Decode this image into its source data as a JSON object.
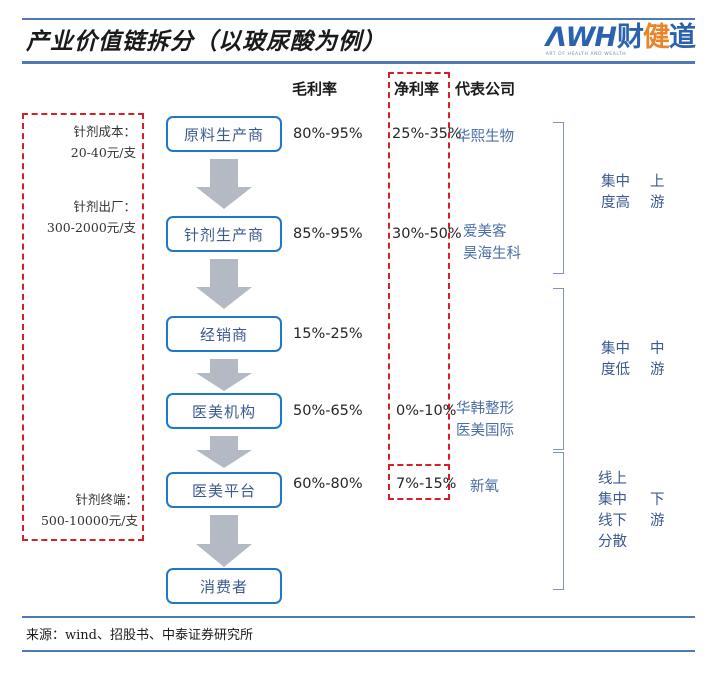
{
  "header": {
    "title": "产业价值链拆分（以玻尿酸为例）",
    "logo_mark": "ΛWH",
    "logo_name": "财健道",
    "logo_tagline": "ART OF HEALTH AND WEALTH"
  },
  "columns": {
    "gross_margin": "毛利率",
    "net_margin": "净利率",
    "companies": "代表公司"
  },
  "chain": [
    {
      "stage": "原料生产商",
      "gross_margin": "80%-95%",
      "net_margin": "25%-35%",
      "companies": [
        "华熙生物"
      ]
    },
    {
      "stage": "针剂生产商",
      "gross_margin": "85%-95%",
      "net_margin": "30%-50%",
      "companies": [
        "爱美客",
        "昊海生科"
      ]
    },
    {
      "stage": "经销商",
      "gross_margin": "15%-25%",
      "net_margin": "",
      "companies": []
    },
    {
      "stage": "医美机构",
      "gross_margin": "50%-65%",
      "net_margin": "0%-10%",
      "companies": [
        "华韩整形",
        "医美国际"
      ]
    },
    {
      "stage": "医美平台",
      "gross_margin": "60%-80%",
      "net_margin": "7%-15%",
      "companies": [
        "新氧"
      ]
    },
    {
      "stage": "消费者",
      "gross_margin": "",
      "net_margin": "",
      "companies": []
    }
  ],
  "cost_notes": [
    {
      "label": "针剂成本：",
      "value": "20-40元/支"
    },
    {
      "label": "针剂出厂：",
      "value": "300-2000元/支"
    },
    {
      "label": "针剂终端：",
      "value": "500-10000元/支"
    }
  ],
  "groups": [
    {
      "concentration_line1": "集中",
      "concentration_line2": "度高",
      "stream_line1": "上",
      "stream_line2": "游"
    },
    {
      "concentration_line1": "集中",
      "concentration_line2": "度低",
      "stream_line1": "中",
      "stream_line2": "游"
    },
    {
      "concentration_line1": "线上",
      "concentration_line2": "集中",
      "concentration_line3": "线下",
      "concentration_line4": "分散",
      "stream_line1": "下",
      "stream_line2": "游"
    }
  ],
  "footer": {
    "source": "来源：wind、招股书、中泰证券研究所"
  },
  "colors": {
    "rule_blue": "#4f79b5",
    "box_blue": "#1f78c8",
    "text_blue": "#3c5a90",
    "dashed_red": "#d42026",
    "arrow_gray": "#b4bac4",
    "logo_blue": "#2a62ae",
    "logo_orange": "#e8852a"
  }
}
